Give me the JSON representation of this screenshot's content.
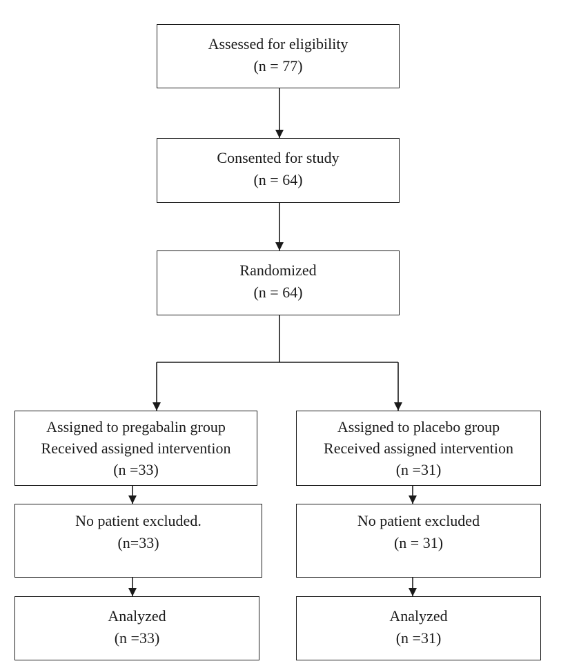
{
  "top_flow": {
    "assessed": {
      "title": "Assessed for eligibility",
      "count": "(n = 77)"
    },
    "consented": {
      "title": "Consented for study",
      "count": "(n = 64)"
    },
    "randomized": {
      "title": "Randomized",
      "count": "(n = 64)"
    }
  },
  "left_arm": {
    "assigned": {
      "line1": "Assigned to pregabalin group",
      "line2": "Received assigned intervention",
      "count": "(n =33)"
    },
    "excluded": {
      "title": "No patient excluded.",
      "count": "(n=33)"
    },
    "analyzed": {
      "title": "Analyzed",
      "count": "(n =33)"
    }
  },
  "right_arm": {
    "assigned": {
      "line1": "Assigned to placebo group",
      "line2": "Received assigned intervention",
      "count": "(n =31)"
    },
    "excluded": {
      "title": "No patient excluded",
      "count": "(n = 31)"
    },
    "analyzed": {
      "title": "Analyzed",
      "count": "(n =31)"
    }
  }
}
